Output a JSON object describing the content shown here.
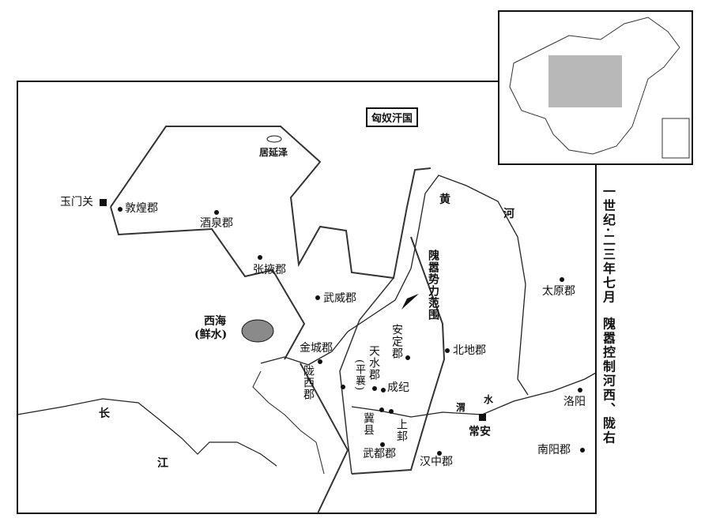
{
  "map": {
    "title_line1": "一世纪·二三年七月",
    "title_line2": "隗嚣控制河西、陇右",
    "sphere_label": "隗嚣势力范围",
    "state_label": "匈奴汗国",
    "lakes": [
      "居延泽",
      "西海",
      "(鲜水)"
    ],
    "rivers": {
      "huang_1": "黄",
      "huang_2": "河",
      "wei_1": "渭",
      "wei_2": "水",
      "chang_1": "长",
      "chang_2": "江"
    },
    "places": {
      "yumenguan": "玉门关",
      "dunhuang": "敦煌郡",
      "jiuquan": "酒泉郡",
      "zhangye": "张掖郡",
      "wuwei": "武威郡",
      "jincheng": "金城郡",
      "longxi": "陇西郡",
      "tianshui": "天水郡",
      "pingxiang": "(平襄)",
      "anding": "安定郡",
      "chengji": "成纪",
      "jixian": "冀县",
      "shanggui": "上邽",
      "wudu": "武都郡",
      "hanzhong": "汉中郡",
      "beidi": "北地郡",
      "changan": "常安",
      "taiyuan": "太原郡",
      "luoyang": "洛阳",
      "nanyang": "南阳郡"
    },
    "colors": {
      "ink": "#111111",
      "lake": "#8a8a8a",
      "inset_highlight": "#b8b8b8"
    }
  }
}
